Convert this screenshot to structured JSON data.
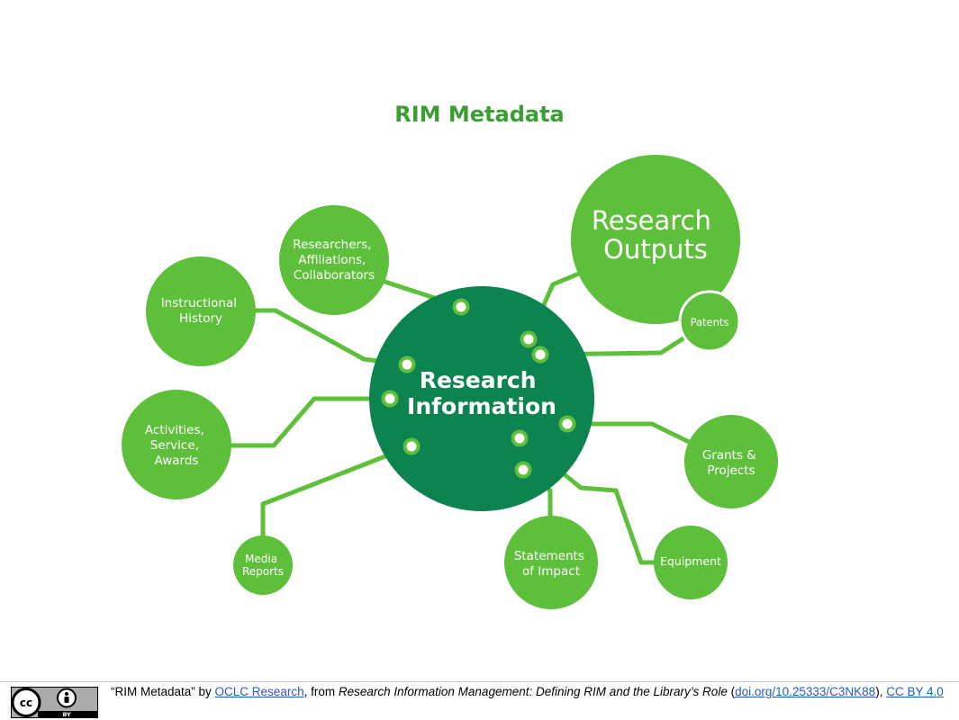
{
  "title": "RIM Metadata",
  "colors": {
    "light_green": "#5ebf3a",
    "dark_green": "#0d8450",
    "title_green": "#3a9e33"
  },
  "center": {
    "lines": [
      "Research",
      "Information"
    ]
  },
  "nodes": [
    {
      "id": "research-outputs",
      "lines": [
        "Research",
        "Outputs"
      ]
    },
    {
      "id": "patents",
      "lines": [
        "Patents"
      ]
    },
    {
      "id": "researchers",
      "lines": [
        "Researchers,",
        "Affiliations,",
        "Collaborators"
      ]
    },
    {
      "id": "instructional-history",
      "lines": [
        "Instructional",
        "History"
      ]
    },
    {
      "id": "activities",
      "lines": [
        "Activities,",
        "Service,",
        "Awards"
      ]
    },
    {
      "id": "media-reports",
      "lines": [
        "Media",
        "Reports"
      ]
    },
    {
      "id": "statements-of-impact",
      "lines": [
        "Statements",
        "of Impact"
      ]
    },
    {
      "id": "equipment",
      "lines": [
        "Equipment"
      ]
    },
    {
      "id": "grants-projects",
      "lines": [
        "Grants &",
        "Projects"
      ]
    }
  ],
  "footer": {
    "license_badge": {
      "cc": "cc",
      "by": "BY",
      "icon": "cc-by-license-icon"
    },
    "caption": {
      "quote_title": "“RIM Metadata”",
      "by": " by ",
      "author_link": "OCLC Research",
      "from": ", from ",
      "book_title": "Research Information Management: Defining RIM and the Library’s Role",
      "open_paren": " (",
      "doi_link": "doi.org/10.25333/C3NK88",
      "close_paren": "), ",
      "license_link": "CC BY 4.0"
    }
  }
}
